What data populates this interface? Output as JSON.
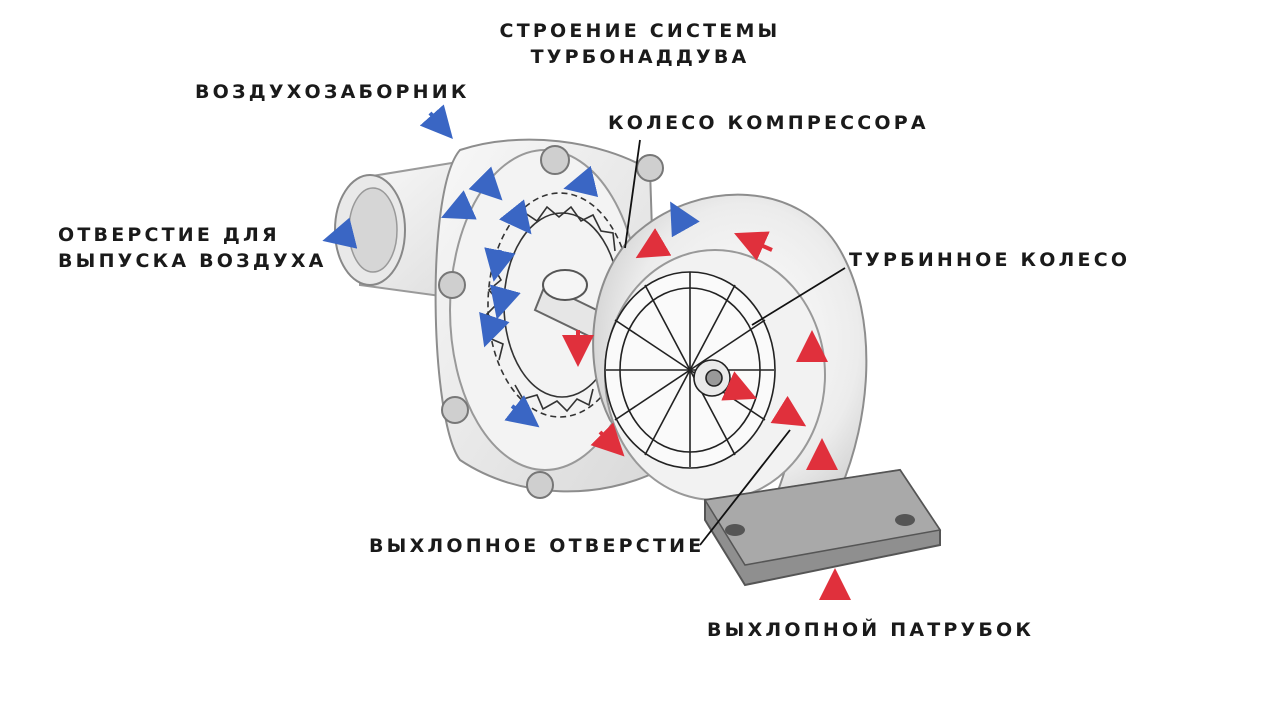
{
  "title": {
    "line1": "СТРОЕНИЕ СИСТЕМЫ",
    "line2": "ТУРБОНАДДУВА"
  },
  "labels": {
    "intake": "ВОЗДУХОЗАБОРНИК",
    "compressor_wheel": "КОЛЕСО КОМПРЕССОРА",
    "air_outlet_line1": "ОТВЕРСТИЕ ДЛЯ",
    "air_outlet_line2": "ВЫПУСКА ВОЗДУХА",
    "turbine_wheel": "ТУРБИННОЕ КОЛЕСО",
    "exhaust_outlet": "ВЫХЛОПНОЕ ОТВЕРСТИЕ",
    "exhaust_pipe": "ВЫХЛОПНОЙ ПАТРУБОК"
  },
  "colors": {
    "cold_air_arrow": "#3a66c4",
    "exhaust_arrow": "#e0303c",
    "line": "#222222",
    "housing": "#eeeeee"
  }
}
